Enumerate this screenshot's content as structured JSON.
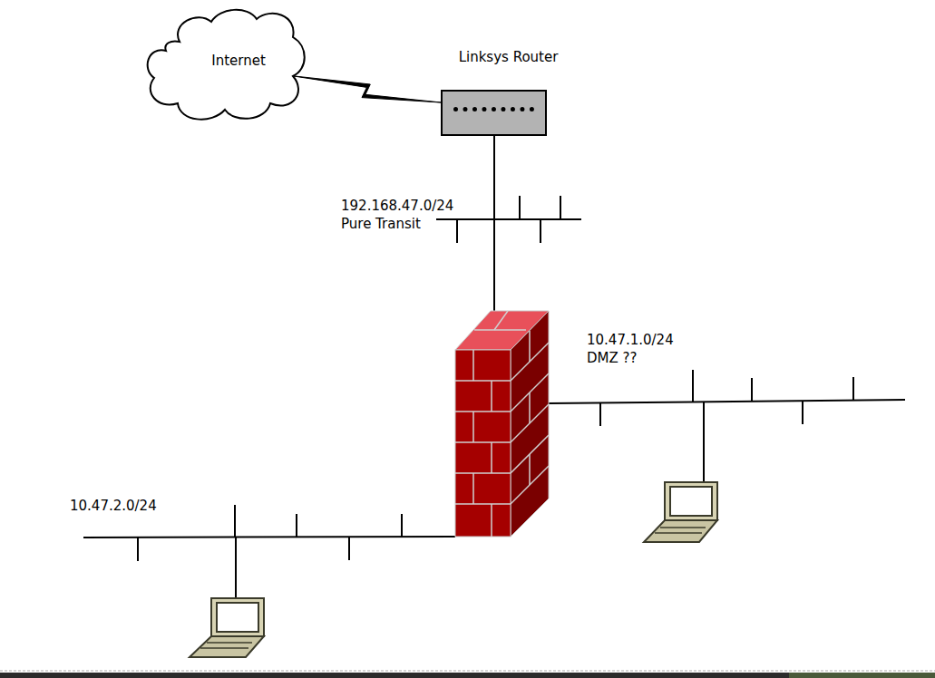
{
  "diagram": {
    "nodes": [
      {
        "text": [
          "Internet"
        ]
      },
      {
        "text": [
          "Linksys Router"
        ]
      }
    ],
    "edges": [
      {
        "from": 0,
        "to": 1,
        "arrow": "none"
      }
    ],
    "labels": [
      "192.168.47.0/24 Pure Transit",
      "10.47.1.0/24 DMZ ??",
      "10.47.2.0/24"
    ]
  }
}
